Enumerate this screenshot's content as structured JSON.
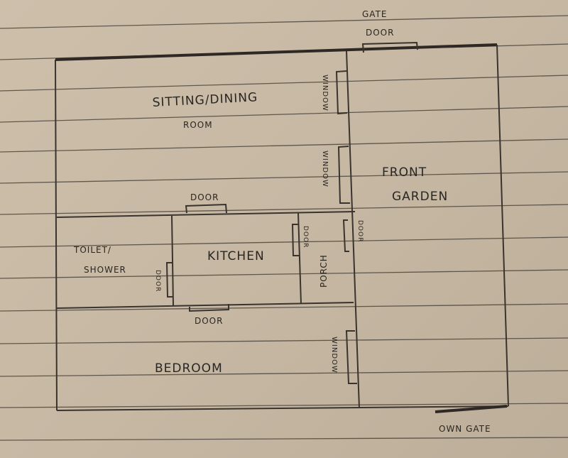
{
  "plan": {
    "gate_door": [
      "GATE",
      "DOOR"
    ],
    "sitting_dining": [
      "SITTING/DINING",
      "ROOM"
    ],
    "front_garden": [
      "FRONT",
      "GARDEN"
    ],
    "toilet_shower": [
      "TOILET/",
      "SHOWER"
    ],
    "kitchen": "KITCHEN",
    "porch": "PORCH",
    "bedroom": "BEDROOM",
    "own_gate": "OWN GATE",
    "window": "WINDOW",
    "door": "DOOR",
    "door_small": "DOOR"
  }
}
